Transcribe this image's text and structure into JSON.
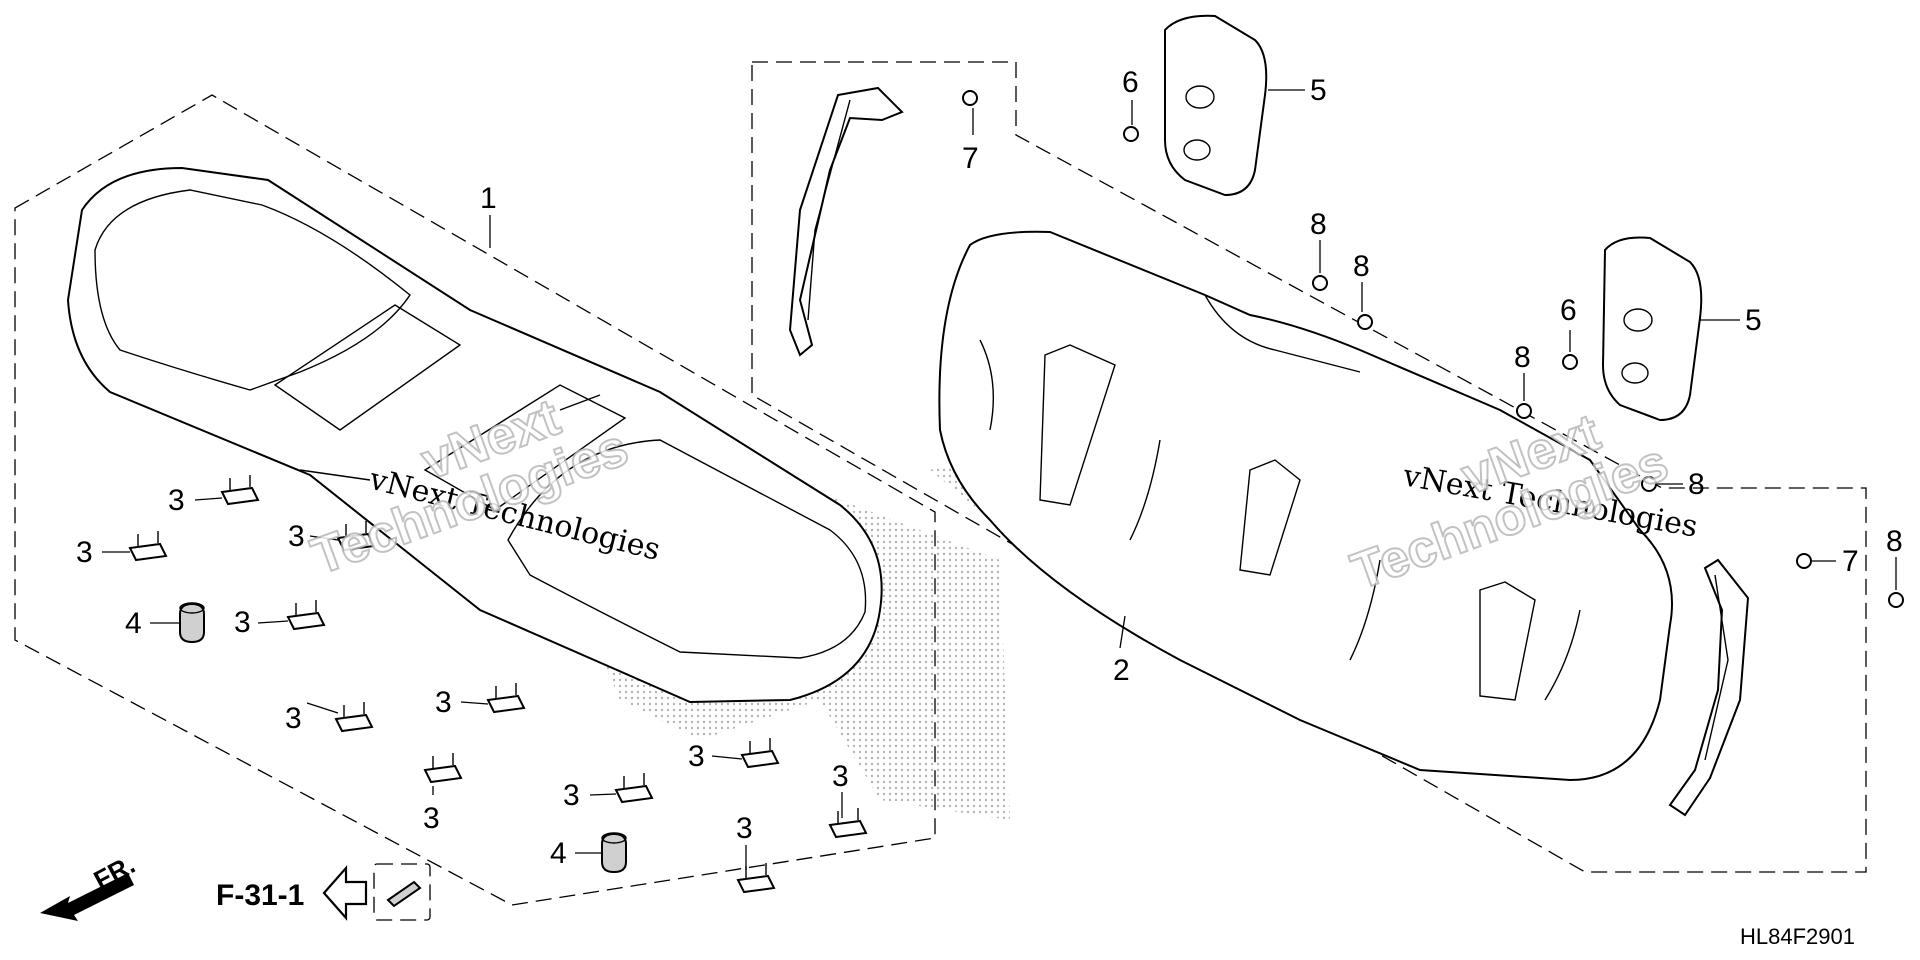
{
  "diagram": {
    "code": "HL84F2901",
    "reference_label": "F-31-1",
    "direction_label": "FR.",
    "watermark_small": "vNext Technologies",
    "watermark_large_line1": "vNext",
    "watermark_large_line2": "Technologies"
  },
  "callouts": {
    "seat_cushion": "1",
    "seat_back": "2",
    "clip": "3",
    "rubber_stopper": "4",
    "headrest": "5",
    "nut": "6",
    "screw_7": "7",
    "bolt_8": "8"
  }
}
